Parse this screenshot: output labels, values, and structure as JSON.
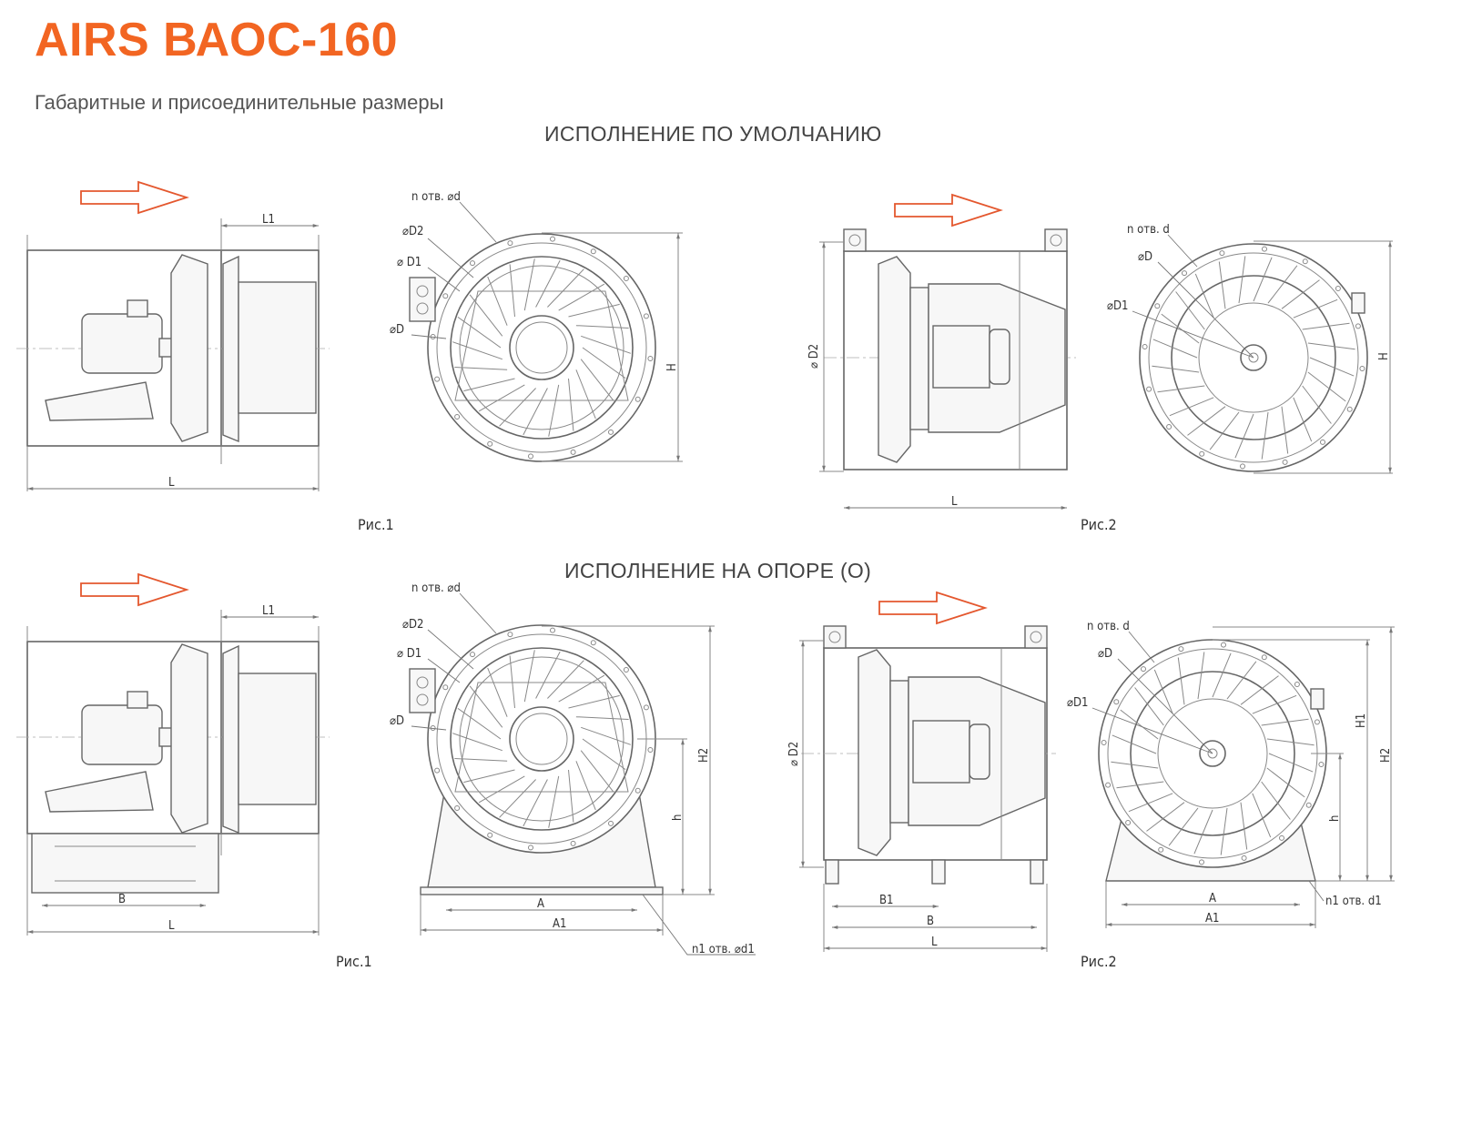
{
  "header": {
    "title": "AIRS ВАОС-160",
    "subtitle": "Габаритные и присоединительные размеры"
  },
  "sections": {
    "default": "ИСПОЛНЕНИЕ ПО УМОЛЧАНИЮ",
    "support": "ИСПОЛНЕНИЕ НА ОПОРЕ (О)"
  },
  "figures": {
    "fig1": "Рис.1",
    "fig2": "Рис.2"
  },
  "dims": {
    "L": "L",
    "L1": "L1",
    "H": "H",
    "H1": "H1",
    "H2": "H2",
    "h": "h",
    "A": "A",
    "A1": "A1",
    "B": "B",
    "B1": "B1",
    "D": "⌀D",
    "D1": "⌀ D1",
    "D2": "⌀D2",
    "D2v": "⌀ D2",
    "D1b": "⌀D1",
    "nd": "n отв. ⌀d",
    "nd_plain": "n отв. d",
    "n1d1": "n1 отв. ⌀d1",
    "n1d1_plain": "n1 отв. d1"
  },
  "colors": {
    "accent": "#f26522",
    "arrow": "#e4572e",
    "line": "#666666"
  }
}
